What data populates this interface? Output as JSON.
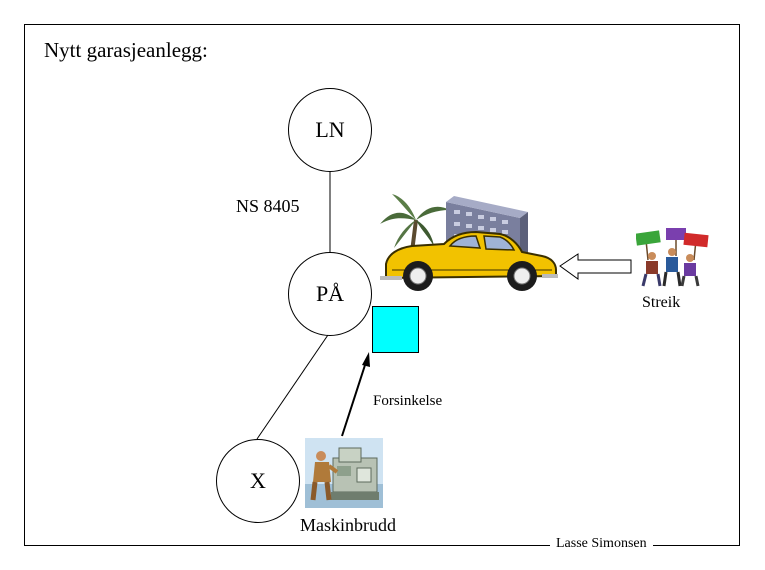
{
  "title": "Nytt garasjeanlegg:",
  "nodes": {
    "ln": "LN",
    "paa": "PÅ",
    "x": "X"
  },
  "labels": {
    "standard": "NS 8405",
    "streik": "Streik",
    "forsinkelse": "Forsinkelse",
    "maskinbrudd": "Maskinbrudd"
  },
  "footer": "Lasse Simonsen",
  "colors": {
    "task_box": "#00ffff",
    "car": "#f2c200",
    "building": "#7a7f9e"
  },
  "icons": [
    "car-clipart-icon",
    "building-clipart-icon",
    "palm-tree-icon",
    "strikers-clipart-icon",
    "machine-worker-clipart-icon"
  ]
}
